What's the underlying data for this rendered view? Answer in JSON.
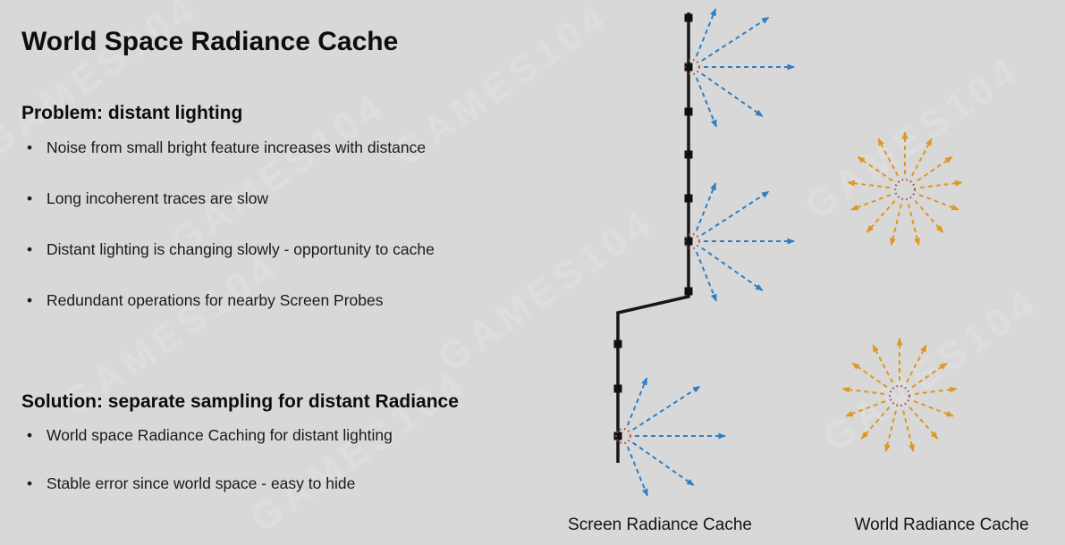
{
  "slide": {
    "title": "World Space Radiance Cache",
    "problem": {
      "heading": "Problem: distant lighting",
      "bullets": [
        "Noise from small bright feature increases with distance",
        "Long incoherent traces are slow",
        "Distant lighting is changing slowly - opportunity to cache",
        "Redundant operations for nearby Screen Probes"
      ]
    },
    "solution": {
      "heading": "Solution: separate sampling for distant Radiance",
      "bullets": [
        "World space Radiance Caching for distant lighting",
        "Stable error since world space - easy to hide"
      ]
    }
  },
  "diagram": {
    "screen_label": "Screen Radiance Cache",
    "world_label": "World Radiance Cache",
    "colors": {
      "screen_arrow": "#2f7fc4",
      "world_arrow": "#e0971f",
      "probe_center": "#b05249",
      "wall": "#161616"
    }
  },
  "watermark": {
    "text": "GAMES104"
  }
}
